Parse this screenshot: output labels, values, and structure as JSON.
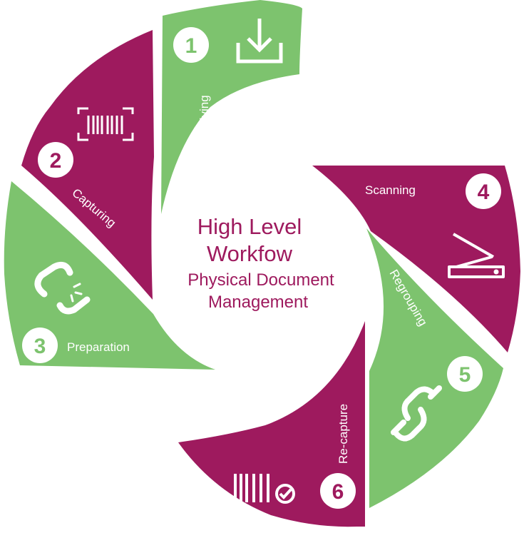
{
  "title": {
    "line1": "High Level",
    "line2": "Workfow",
    "subtitle1": "Physical Document",
    "subtitle2": "Management"
  },
  "colors": {
    "green": "#7DC36E",
    "magenta": "#9E1A5E",
    "white": "#FFFFFF"
  },
  "steps": [
    {
      "number": "1",
      "label": "Receiving",
      "color": "green",
      "icon": "download-icon"
    },
    {
      "number": "2",
      "label": "Capturing",
      "color": "magenta",
      "icon": "barcode-scan-icon"
    },
    {
      "number": "3",
      "label": "Preparation",
      "color": "green",
      "icon": "broken-link-icon"
    },
    {
      "number": "4",
      "label": "Scanning",
      "color": "magenta",
      "icon": "scanner-icon"
    },
    {
      "number": "5",
      "label": "Regrouping",
      "color": "green",
      "icon": "chain-link-icon"
    },
    {
      "number": "6",
      "label": "Re-capture",
      "color": "magenta",
      "icon": "barcode-check-icon"
    }
  ]
}
